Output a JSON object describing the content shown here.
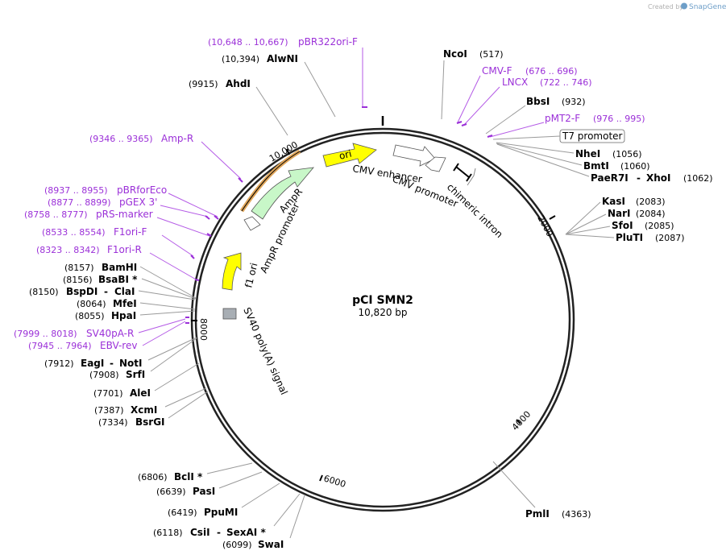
{
  "credit": {
    "prefix": "Created by",
    "brand": "SnapGene"
  },
  "plasmid": {
    "name": "pCI SMN2",
    "length": "10,820 bp"
  },
  "ticks": [
    "2000",
    "4000",
    "6000",
    "8000",
    "10,000"
  ],
  "features": {
    "ori": "ori",
    "cmv_enhancer": "CMV enhancer",
    "cmv_promoter": "CMV promoter",
    "chimeric_intron": "chimeric intron",
    "ampr": "AmpR",
    "ampr_promoter": "AmpR promoter",
    "f1_ori": "f1 ori",
    "sv40": "SV40 poly(A) signal",
    "t7": "T7 promoter"
  },
  "sites": [
    {
      "name": "NcoI",
      "pos": "(517)"
    },
    {
      "name": "BbsI",
      "pos": "(932)"
    },
    {
      "name": "NheI",
      "pos": "(1056)"
    },
    {
      "name": "BmtI",
      "pos": "(1060)"
    },
    {
      "name": "PaeR7I",
      "sep": "-",
      "name2": "XhoI",
      "pos": "(1062)"
    },
    {
      "name": "KasI",
      "pos": "(2083)"
    },
    {
      "name": "NarI",
      "pos": "(2084)"
    },
    {
      "name": "SfoI",
      "pos": "(2085)"
    },
    {
      "name": "PluTI",
      "pos": "(2087)"
    },
    {
      "name": "PmlI",
      "pos": "(4363)"
    },
    {
      "name": "SwaI",
      "pos": "(6099)"
    },
    {
      "name": "CsiI",
      "sep": "-",
      "name2": "SexAI *",
      "pos": "(6118)"
    },
    {
      "name": "PpuMI",
      "pos": "(6419)"
    },
    {
      "name": "PasI",
      "pos": "(6639)"
    },
    {
      "name": "BclI *",
      "pos": "(6806)"
    },
    {
      "name": "BsrGI",
      "pos": "(7334)"
    },
    {
      "name": "XcmI",
      "pos": "(7387)"
    },
    {
      "name": "AleI",
      "pos": "(7701)"
    },
    {
      "name": "SrfI",
      "pos": "(7908)"
    },
    {
      "name": "EagI",
      "sep": "-",
      "name2": "NotI",
      "pos": "(7912)"
    },
    {
      "name": "HpaI",
      "pos": "(8055)"
    },
    {
      "name": "MfeI",
      "pos": "(8064)"
    },
    {
      "name": "BspDI",
      "sep": "-",
      "name2": "ClaI",
      "pos": "(8150)"
    },
    {
      "name": "BsaBI *",
      "pos": "(8156)"
    },
    {
      "name": "BamHI",
      "pos": "(8157)"
    },
    {
      "name": "AhdI",
      "pos": "(9915)"
    },
    {
      "name": "AlwNI",
      "pos": "(10,394)"
    }
  ],
  "primers": [
    {
      "name": "pBR322ori-F",
      "pos": "(10,648 .. 10,667)"
    },
    {
      "name": "CMV-F",
      "pos": "(676 .. 696)"
    },
    {
      "name": "LNCX",
      "pos": "(722 .. 746)"
    },
    {
      "name": "pMT2-F",
      "pos": "(976 .. 995)"
    },
    {
      "name": "Amp-R",
      "pos": "(9346 .. 9365)"
    },
    {
      "name": "pBRforEco",
      "pos": "(8937 .. 8955)"
    },
    {
      "name": "pGEX 3'",
      "pos": "(8877 .. 8899)"
    },
    {
      "name": "pRS-marker",
      "pos": "(8758 .. 8777)"
    },
    {
      "name": "F1ori-F",
      "pos": "(8533 .. 8554)"
    },
    {
      "name": "F1ori-R",
      "pos": "(8323 .. 8342)"
    },
    {
      "name": "SV40pA-R",
      "pos": "(7999 .. 8018)"
    },
    {
      "name": "EBV-rev",
      "pos": "(7945 .. 7964)"
    }
  ],
  "colors": {
    "primer": "#9b30d8",
    "ori": "#ffff00",
    "ampr": "#c8f7c8",
    "f1_ori": "#ffff00",
    "sv40": "#a8aeb4"
  }
}
